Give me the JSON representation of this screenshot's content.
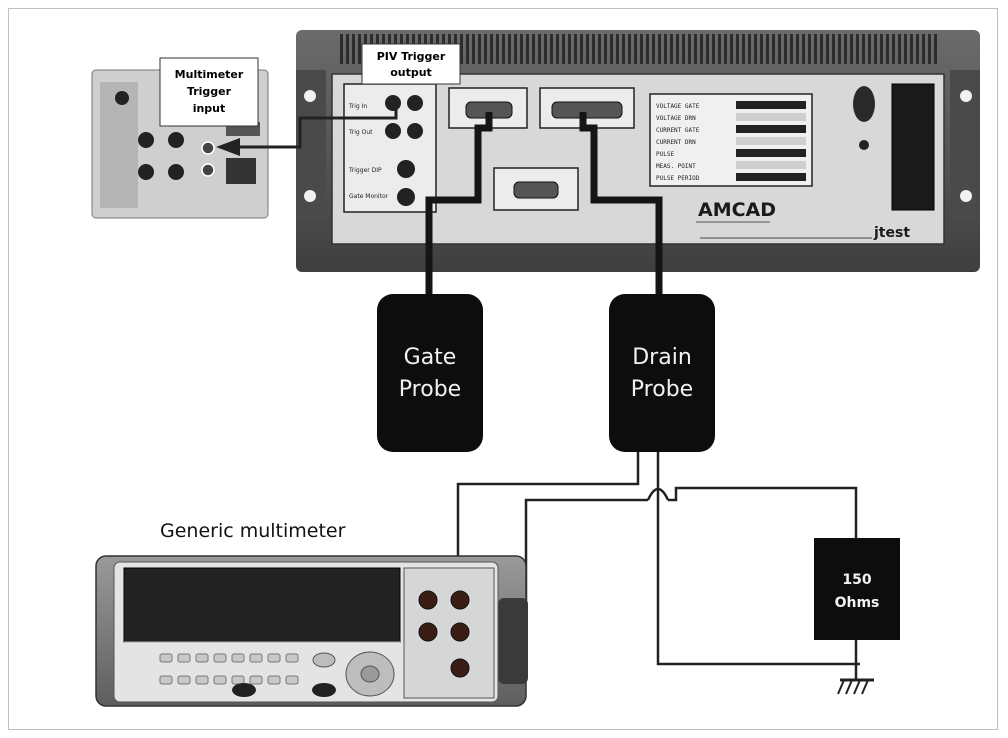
{
  "labels": {
    "multimeter_trigger_input": [
      "Multimeter",
      "Trigger",
      "input"
    ],
    "piv_trigger_output": [
      "PIV Trigger",
      "output"
    ],
    "gate_probe": [
      "Gate",
      "Probe"
    ],
    "drain_probe": [
      "Drain",
      "Probe"
    ],
    "generic_multimeter": "Generic multimeter",
    "resistor": [
      "150",
      "Ohms"
    ]
  },
  "piv_unit": {
    "brand": "AMCAD",
    "model_badge": "jtest",
    "port_labels": [
      "Trig In",
      "Trig Out",
      "Trigger DIP",
      "Gate Monitor"
    ],
    "display_rows": [
      "VOLTAGE GATE",
      "VOLTAGE DRN",
      "CURRENT GATE",
      "CURRENT DRN",
      "PULSE",
      "MEAS. POINT",
      "PULSE PERIOD"
    ]
  },
  "colors": {
    "cable": "#151515",
    "probe_fill": "#0d0d0d",
    "probe_text": "#f2f2f2",
    "chassis": "#5a5a5a",
    "panel": "#dcdcdc",
    "label_box_border": "#333333"
  }
}
